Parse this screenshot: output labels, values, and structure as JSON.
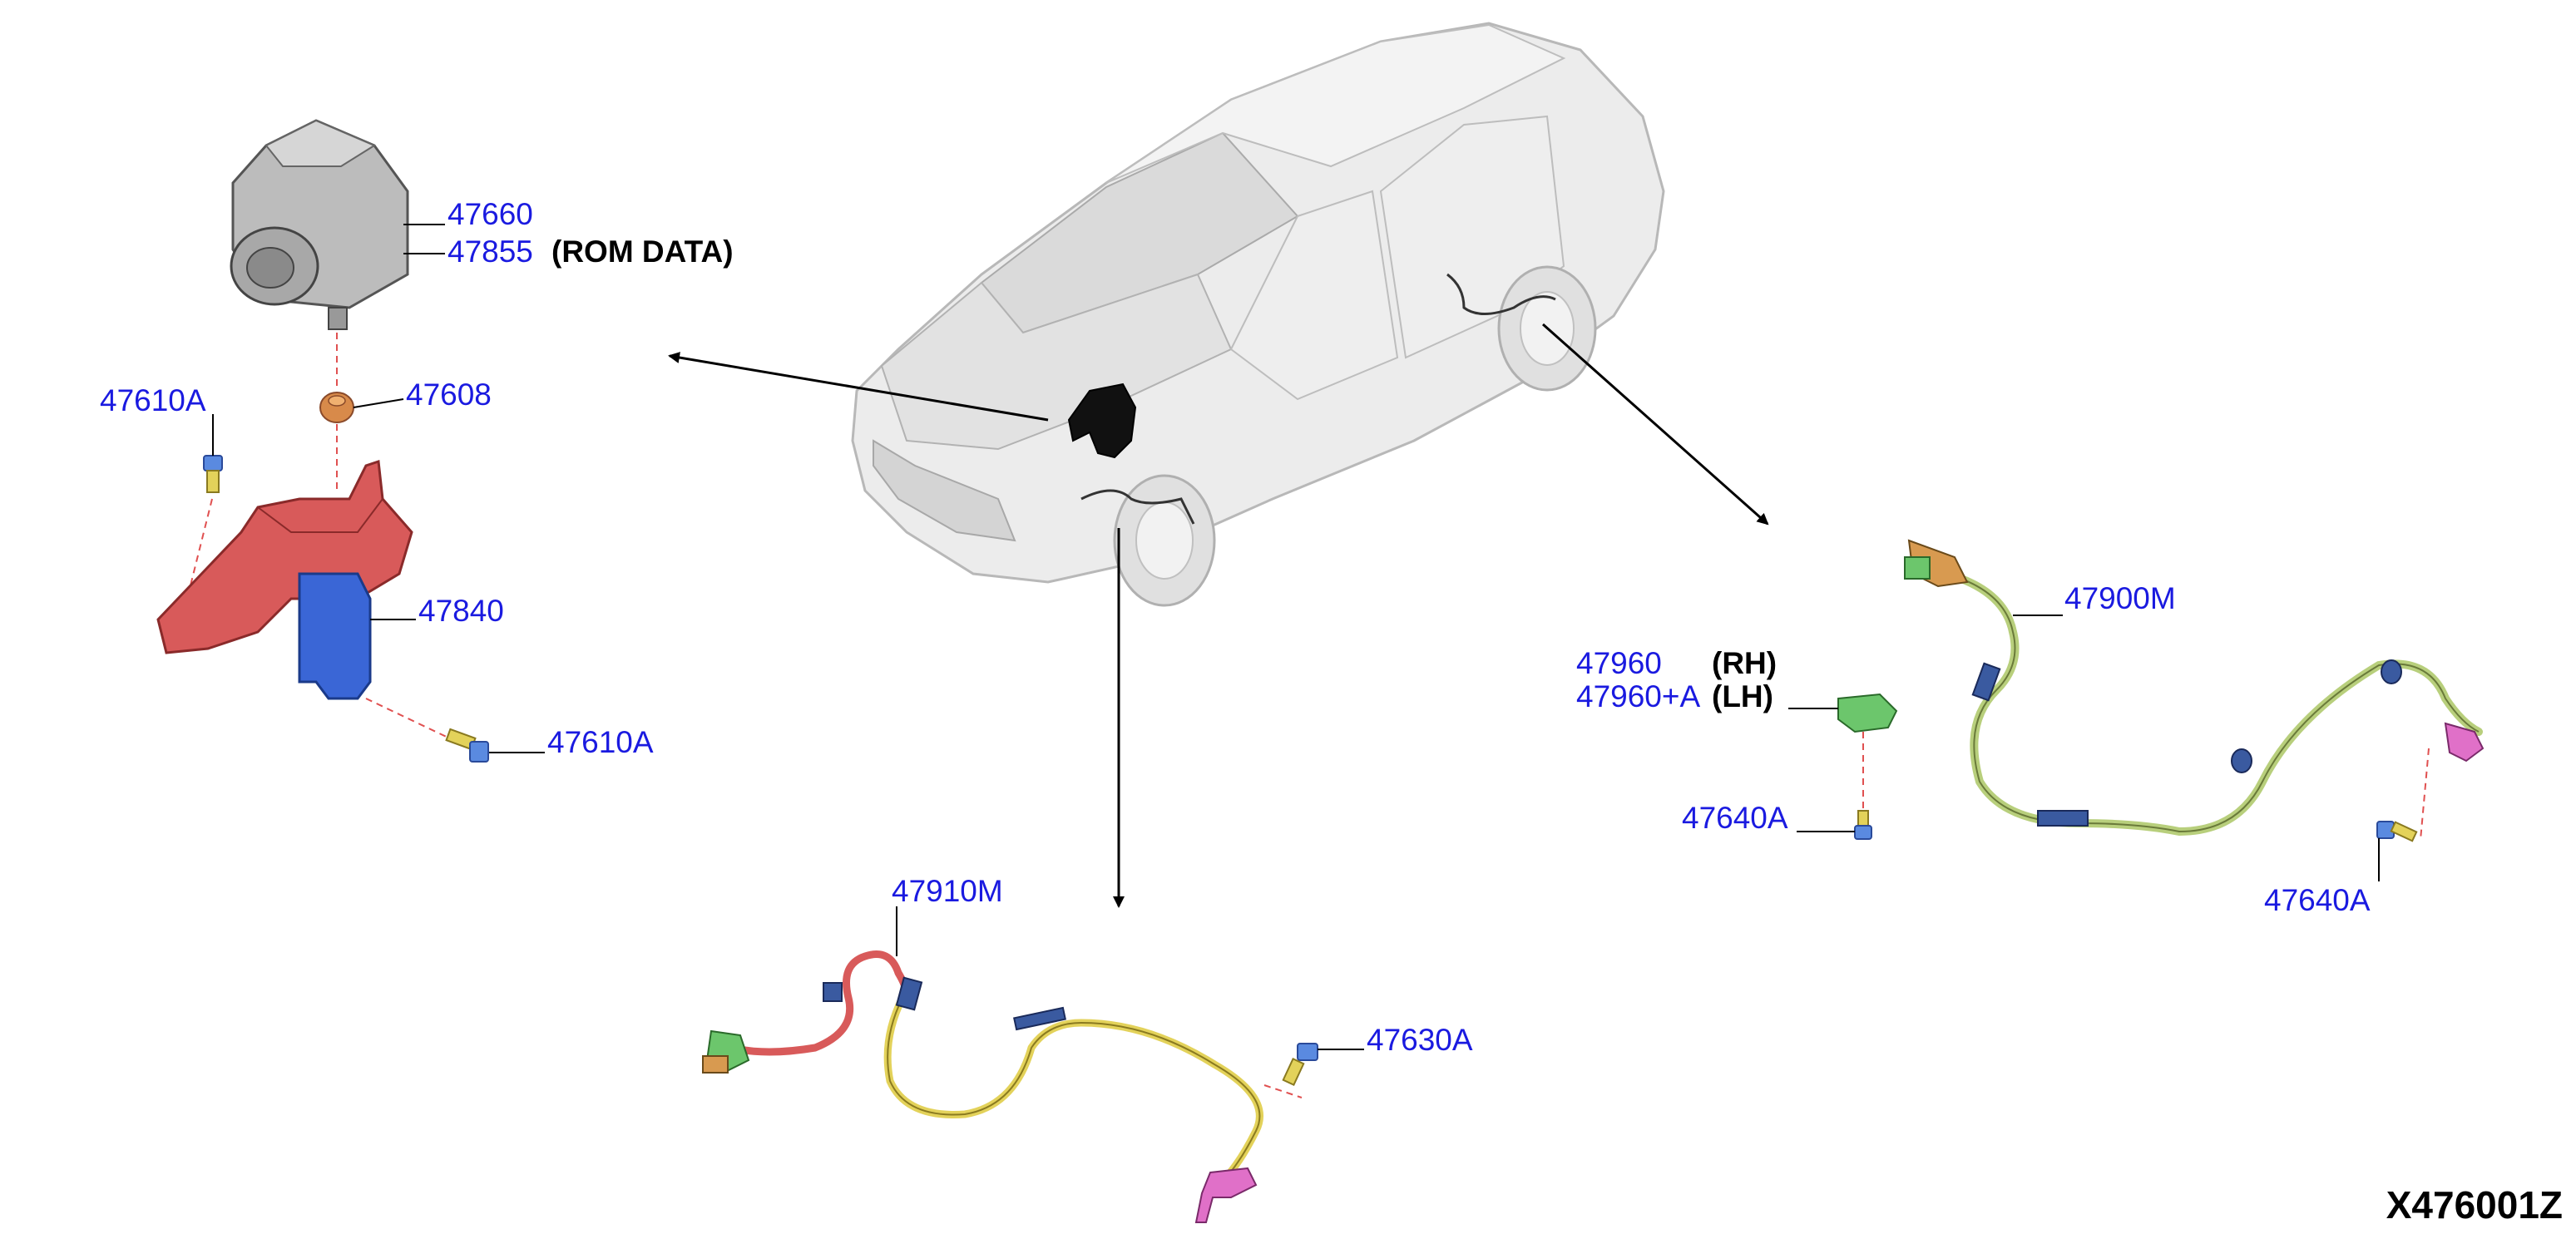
{
  "colors": {
    "part_number": "#1a1ae0",
    "note_text": "#000000",
    "leader_line": "#000000",
    "dashed_guide": "#e05050",
    "abs_bracket": "#d85a5a",
    "lower_bracket": "#3a66d6",
    "front_harness_red": "#d85a5a",
    "front_harness_yellow": "#e3d25a",
    "rear_harness_green": "#b8cf7c",
    "sensor_green": "#6cc66c",
    "sensor_pink": "#e070c8",
    "sensor_orange": "#d89a50",
    "car_body": "#e6e6e6",
    "car_outline": "#b8b8b8"
  },
  "icons": [
    "abs-actuator-icon",
    "car-body-icon",
    "bracket-icon",
    "bolt-icon",
    "wheel-sensor-icon",
    "harness-icon",
    "arrow-icon"
  ],
  "labels": {
    "abs_actuator": "47660",
    "abs_rom": "47855",
    "abs_rom_note": "(ROM DATA)",
    "bushing": "47608",
    "bolt_upper": "47610A",
    "bracket": "47840",
    "bolt_lower": "47610A",
    "rear_harness": "47900M",
    "rear_sensor_rh": "47960",
    "rear_sensor_rh_note": "(RH)",
    "rear_sensor_lh": "47960+A",
    "rear_sensor_lh_note": "(LH)",
    "rear_bolt_left": "47640A",
    "rear_bolt_right": "47640A",
    "front_harness": "47910M",
    "front_bolt": "47630A"
  },
  "diagram_code": "X476001Z"
}
